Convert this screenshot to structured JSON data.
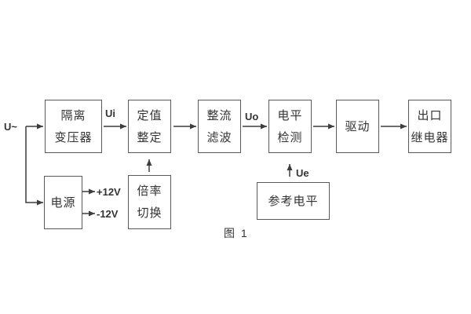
{
  "caption": "图 1",
  "labels": {
    "input": "U~",
    "ui": "Ui",
    "uo": "Uo",
    "ue": "Ue",
    "plus12v": "+12V",
    "minus12v": "-12V"
  },
  "blocks": {
    "isolation_transformer": {
      "line1": "隔离",
      "line2": "变压器"
    },
    "value_setting": {
      "line1": "定值",
      "line2": "整定"
    },
    "rectifier_filter": {
      "line1": "整流",
      "line2": "滤波"
    },
    "level_detector": {
      "line1": "电平",
      "line2": "检测"
    },
    "driver": {
      "label": "驱动"
    },
    "output_relay": {
      "line1": "出口",
      "line2": "继电器"
    },
    "power_supply": {
      "label": "电源"
    },
    "ratio_switch": {
      "line1": "倍率",
      "line2": "切换"
    },
    "reference_level": {
      "label": "参考电平"
    }
  },
  "colors": {
    "line": "#3d3d3d",
    "border": "#5a5a5a",
    "text": "#333333",
    "background": "#ffffff"
  }
}
